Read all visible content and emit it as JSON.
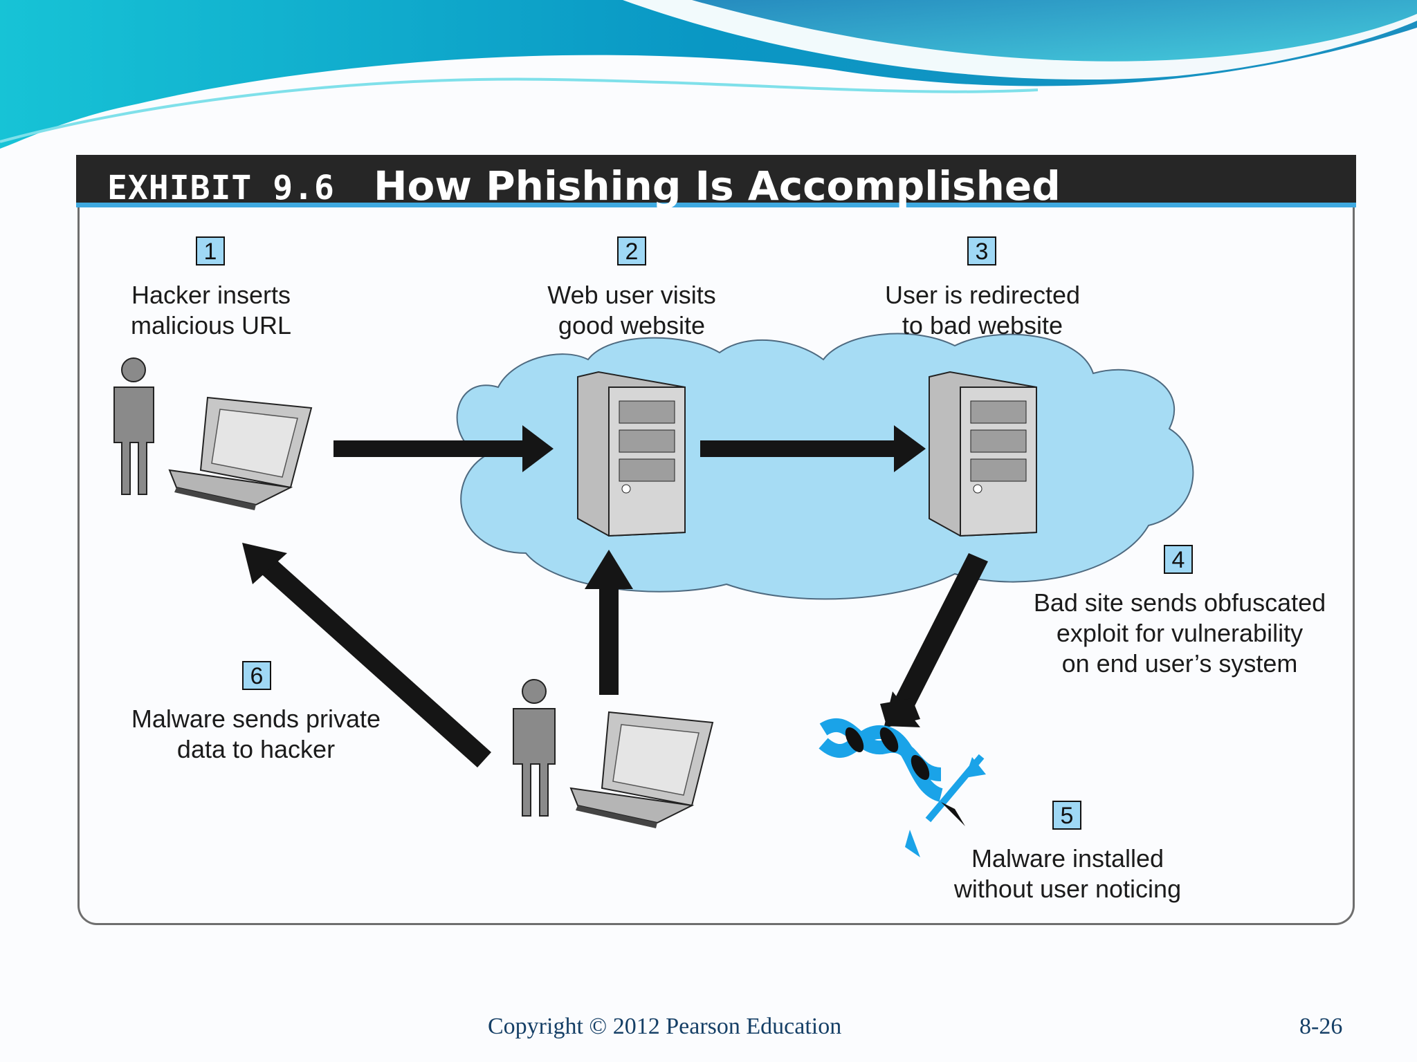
{
  "exhibit": {
    "number": "EXHIBIT 9.6",
    "title": "How Phishing Is Accomplished"
  },
  "steps": [
    {
      "num": "1",
      "label": "Hacker inserts\nmalicious URL"
    },
    {
      "num": "2",
      "label": "Web user visits\ngood website"
    },
    {
      "num": "3",
      "label": "User is redirected\nto bad website"
    },
    {
      "num": "4",
      "label": "Bad site sends obfuscated\nexploit for vulnerability\non end user’s system"
    },
    {
      "num": "5",
      "label": "Malware installed\nwithout user noticing"
    },
    {
      "num": "6",
      "label": "Malware sends private\ndata to hacker"
    }
  ],
  "footer": {
    "copyright": "Copyright © 2012 Pearson Education",
    "page": "8-26"
  },
  "colors": {
    "cloud": "#a6dcf4",
    "badge": "#9fd8f5",
    "malware": "#1aa3e8",
    "title_bar": "#262626",
    "accent": "#3fa9e0"
  },
  "icons": [
    "person-icon",
    "laptop-icon",
    "server-icon",
    "malware-helix-icon",
    "arrow-icon"
  ]
}
